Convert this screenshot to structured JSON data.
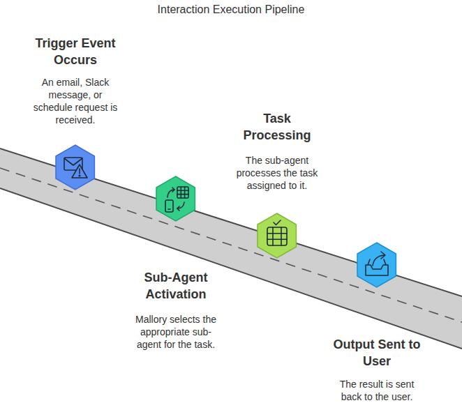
{
  "diagram": {
    "title": "Interaction Execution Pipeline",
    "nodes": [
      {
        "text": [
          "Trigger Event Occurs",
          "An email, Slack message, or schedule request is received."
        ]
      },
      {
        "text": [
          "Sub-Agent Activation",
          "Mallory selects the appropriate sub-agent for the task."
        ]
      },
      {
        "text": [
          "Task Processing",
          "The sub-agent processes the task assigned to it."
        ]
      },
      {
        "text": [
          "Output Sent to User",
          "The result is sent back to the user."
        ]
      }
    ]
  }
}
